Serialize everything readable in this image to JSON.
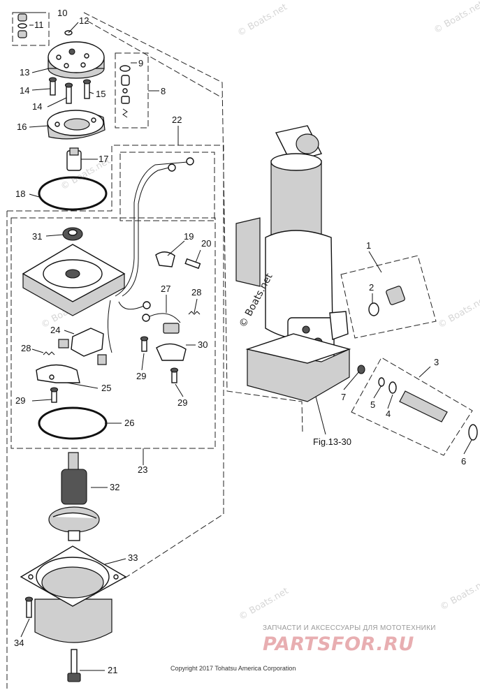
{
  "callouts": {
    "c1": "1",
    "c2": "2",
    "c3": "3",
    "c4": "4",
    "c5": "5",
    "c6": "6",
    "c7": "7",
    "c8": "8",
    "c9": "9",
    "c10": "10",
    "c11": "11",
    "c12": "12",
    "c13": "13",
    "c14a": "14",
    "c14b": "14",
    "c15": "15",
    "c16": "16",
    "c17": "17",
    "c18": "18",
    "c19": "19",
    "c20": "20",
    "c21": "21",
    "c22": "22",
    "c23": "23",
    "c24": "24",
    "c25": "25",
    "c26": "26",
    "c27": "27",
    "c28a": "28",
    "c28b": "28",
    "c29a": "29",
    "c29b": "29",
    "c29c": "29",
    "c30": "30",
    "c31": "31",
    "c32": "32",
    "c33": "33",
    "c34": "34"
  },
  "figure_reference": "Fig.13-30",
  "watermark": {
    "site": "© Boats.net"
  },
  "footer": {
    "tagline": "ЗАПЧАСТИ И АКСЕССУАРЫ ДЛЯ МОТОТЕХНИКИ",
    "brand": "PARTSFOR.RU",
    "copyright": "Copyright 2017 Tohatsu America Corporation"
  }
}
